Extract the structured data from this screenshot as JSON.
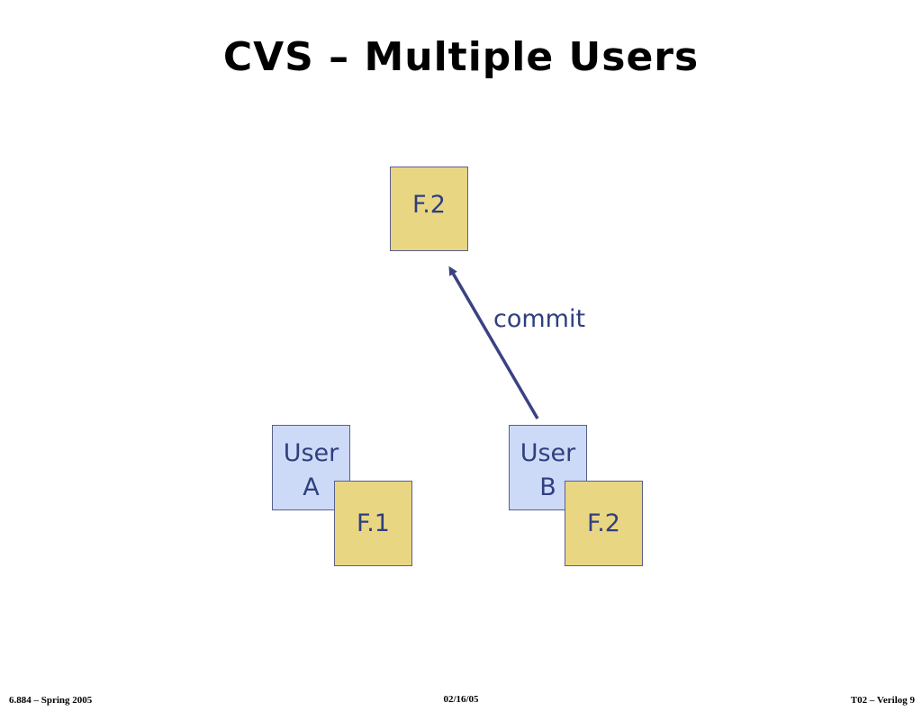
{
  "title": "CVS – Multiple Users",
  "diagram": {
    "repository_file": "F.2",
    "commit_label": "commit",
    "user_a": {
      "line1": "User",
      "line2": "A",
      "file": "F.1"
    },
    "user_b": {
      "line1": "User",
      "line2": "B",
      "file": "F.2"
    }
  },
  "colors": {
    "file_fill": "#e9d683",
    "user_fill": "#ccdaf7",
    "text": "#2f3f7f",
    "arrow": "#3a4283"
  },
  "footer": {
    "left": "6.884 – Spring 2005",
    "center": "02/16/05",
    "right": "T02 – Verilog  9"
  }
}
